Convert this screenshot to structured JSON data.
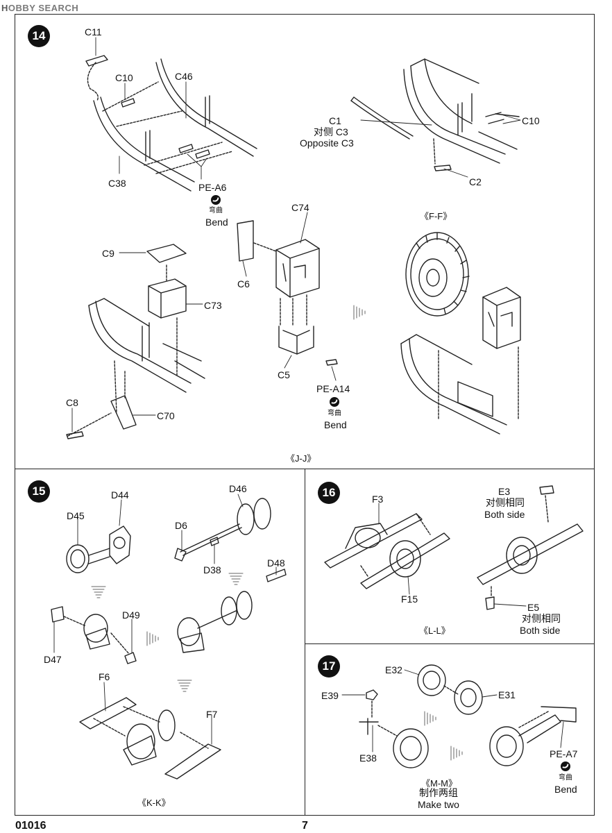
{
  "watermark": {
    "prefix": "H",
    "text": "OBBY SEARCH"
  },
  "steps": {
    "s14": {
      "number": "14",
      "labels": {
        "c11": "C11",
        "c10_left": "C10",
        "c46": "C46",
        "c38": "C38",
        "pe_a6": "PE-A6",
        "c1": "C1",
        "c1_cn": "对侧 C3",
        "c1_en": "Opposite C3",
        "c10_right": "C10",
        "c2": "C2",
        "c74": "C74",
        "c6": "C6",
        "ff": "《F-F》",
        "c9": "C9",
        "c73": "C73",
        "c5": "C5",
        "pe_a14": "PE-A14",
        "c8": "C8",
        "c70": "C70"
      },
      "bend_a": {
        "cn": "弯曲",
        "en": "Bend"
      },
      "bend_b": {
        "cn": "弯曲",
        "en": "Bend"
      },
      "section": "《J-J》"
    },
    "s15": {
      "number": "15",
      "labels": {
        "d44": "D44",
        "d45": "D45",
        "d46": "D46",
        "d6": "D6",
        "d38": "D38",
        "d48": "D48",
        "d49": "D49",
        "d47": "D47",
        "f6": "F6",
        "f7": "F7"
      },
      "section": "《K-K》"
    },
    "s16": {
      "number": "16",
      "labels": {
        "f3": "F3",
        "f15": "F15",
        "e3": "E3",
        "e3_cn": "对侧相同",
        "e3_en": "Both side",
        "e5": "E5",
        "e5_cn": "对侧相同",
        "e5_en": "Both side"
      },
      "section": "《L-L》"
    },
    "s17": {
      "number": "17",
      "labels": {
        "e32": "E32",
        "e31": "E31",
        "e39": "E39",
        "e38": "E38",
        "pe_a7": "PE-A7"
      },
      "bend": {
        "cn": "弯曲",
        "en": "Bend"
      },
      "section": "《M-M》",
      "note_cn": "制作两组",
      "note_en": "Make  two"
    }
  },
  "footer": {
    "code": "01016",
    "page": "7"
  }
}
